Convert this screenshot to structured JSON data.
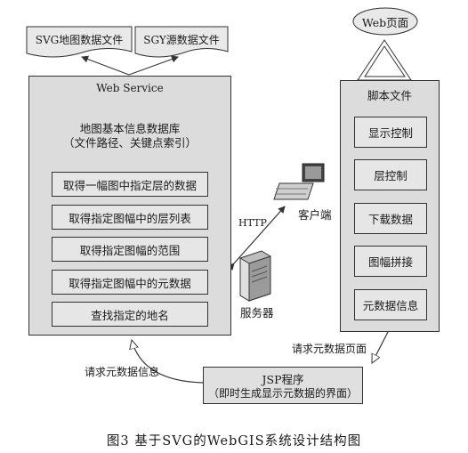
{
  "files": {
    "svg_file": "SVG地图数据文件",
    "sgy_file": "SGY源数据文件"
  },
  "web_service": {
    "title": "Web Service",
    "database_line1": "地图基本信息数据库",
    "database_line2": "（文件路径、关键点索引）",
    "operations": [
      "取得一幅图中指定层的数据",
      "取得指定图幅中的层列表",
      "取得指定图幅的范围",
      "取得指定图幅中的元数据",
      "查找指定的地名"
    ]
  },
  "web_page": {
    "label": "Web页面"
  },
  "script_file": {
    "title": "脚本文件",
    "items": [
      "显示控制",
      "层控制",
      "下载数据",
      "图幅拼接",
      "元数据信息"
    ]
  },
  "network": {
    "http": "HTTP",
    "client": "客户端",
    "server": "服务器"
  },
  "jsp": {
    "line1": "JSP程序",
    "line2": "（即时生成显示元数据的界面）"
  },
  "arrows": {
    "request_left": "请求元数据信息",
    "request_right": "请求元数据页面"
  },
  "caption": "图3   基于SVG的WebGIS系统设计结构图"
}
